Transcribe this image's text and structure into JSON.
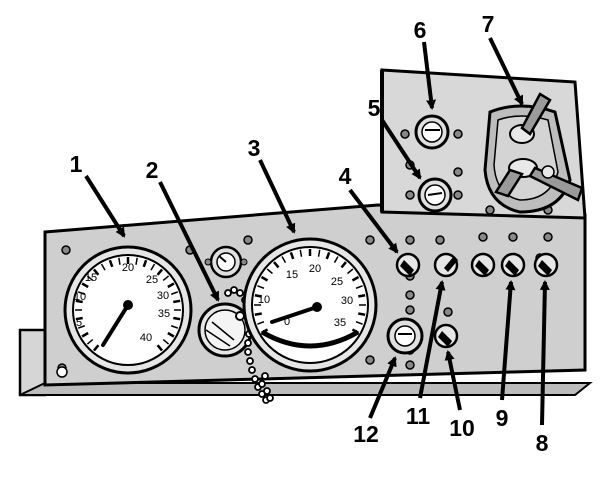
{
  "figure": {
    "callouts": [
      "1",
      "2",
      "3",
      "4",
      "5",
      "6",
      "7",
      "8",
      "9",
      "10",
      "11",
      "12"
    ],
    "speedometer": {
      "labels": [
        "5",
        "10",
        "15",
        "20",
        "25",
        "30",
        "35",
        "40"
      ]
    },
    "tachometer": {
      "labels": [
        "0",
        "10",
        "15",
        "20",
        "25",
        "30",
        "35"
      ]
    }
  },
  "colors": {
    "panel": "#c9c9c9",
    "ink": "#000000",
    "face": "#ffffff"
  }
}
